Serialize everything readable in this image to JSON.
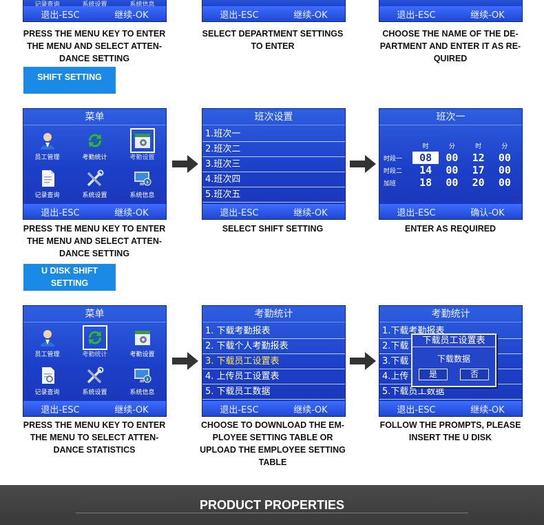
{
  "top_row": {
    "screens": [
      {
        "labels": [
          "记录查询",
          "系统设置",
          "系统信息"
        ],
        "foot": [
          "退出-ESC",
          "继续-OK"
        ]
      },
      {
        "foot": [
          "退出-ESC",
          "继续-OK"
        ]
      },
      {
        "foot": [
          "退出-ESC",
          "继续-OK"
        ]
      }
    ],
    "captions": [
      "PRESS THE MENU KEY TO ENTER THE MENU AND SELECT ATTEN- DANCE SETTING",
      "SELECT DEPARTMENT SETTINGS TO ENTER",
      "CHOOSE THE NAME OF THE DE- PARTMENT AND ENTER IT AS RE- QUIRED"
    ]
  },
  "section_tags": [
    "SHIFT SETTING",
    "U DISK SHIFT SETTING"
  ],
  "shift_row": {
    "menu": {
      "title": "菜单",
      "items": [
        "员工管理",
        "考勤统计",
        "考勤设置",
        "记录查询",
        "系统设置",
        "系统信息"
      ],
      "foot": [
        "退出-ESC",
        "继续-OK"
      ]
    },
    "list": {
      "title": "班次设置",
      "items": [
        "1.班次一",
        "2.班次二",
        "3.班次三",
        "4.班次四",
        "5.班次五"
      ],
      "foot": [
        "退出-ESC",
        "继续-OK"
      ]
    },
    "shift": {
      "title": "班次一",
      "headers": [
        "时",
        "分",
        "时",
        "分"
      ],
      "rows": [
        {
          "label": "时段一",
          "values": [
            "08",
            "00",
            "12",
            "00"
          ]
        },
        {
          "label": "时段二",
          "values": [
            "14",
            "00",
            "17",
            "00"
          ]
        },
        {
          "label": "加班",
          "values": [
            "18",
            "00",
            "20",
            "00"
          ]
        }
      ],
      "foot": [
        "退出-ESC",
        "确认-OK"
      ]
    },
    "captions": [
      "PRESS THE MENU KEY TO ENTER THE MENU AND SELECT ATTEN- DANCE SETTING",
      "SELECT SHIFT SETTING",
      "ENTER AS REQUIRED"
    ]
  },
  "udisk_row": {
    "menu": {
      "title": "菜单",
      "items": [
        "员工管理",
        "考勤统计",
        "考勤设置",
        "记录查询",
        "系统设置",
        "系统信息"
      ],
      "foot": [
        "退出-ESC",
        "继续-OK"
      ]
    },
    "list": {
      "title": "考勤统计",
      "items": [
        "1. 下载考勤报表",
        "2. 下载个人考勤报表",
        "3. 下载员工设置表",
        "4. 上传员工设置表",
        "5. 下载员工数据"
      ],
      "foot": [
        "退出-ESC",
        "继续-OK"
      ]
    },
    "prompt": {
      "title": "考勤统计",
      "items": [
        "1.下载考勤报表",
        "2.下载",
        "3.下载",
        "4.上传",
        "5.下载员工数据"
      ],
      "dialog_title": "下载员工设置表",
      "dialog_msg": "下载数据",
      "yes": "是",
      "no": "否",
      "foot": [
        "退出-ESC",
        "继续-OK"
      ]
    },
    "captions": [
      "PRESS THE MENU KEY TO ENTER THE MENU TO SELECT ATTEN- DANCE STATISTICS",
      "CHOOSE TO DOWNLOAD THE EM- PLOYEE SETTING TABLE OR UPLOAD THE EMPLOYEE SETTING TABLE",
      "FOLLOW THE PROMPTS, PLEASE INSERT THE U DISK"
    ]
  },
  "footer_band": "PRODUCT PROPERTIES",
  "colors": {
    "screen_blue": "#1c3fc8",
    "tag_blue": "#1a8ae6",
    "band_gray": "#3f3f3f"
  }
}
